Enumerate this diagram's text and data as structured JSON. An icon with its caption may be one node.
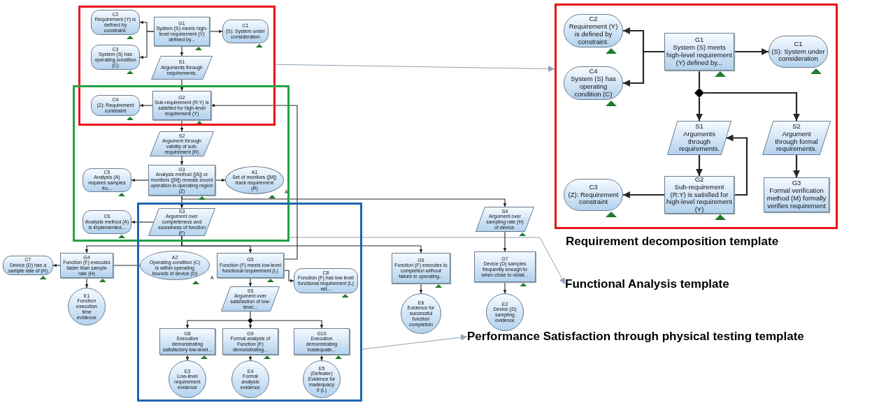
{
  "diagram": {
    "nodes": [
      {
        "text": [],
        "shape": "box"
      },
      {
        "text": [],
        "shape": "box"
      },
      {
        "text": [],
        "shape": "box"
      },
      {
        "text": [
          "C2",
          "Requirement (Y) is defined by constraint."
        ],
        "in": 0
      },
      {
        "text": [
          "C3",
          "System (S) has operating condition (C)"
        ],
        "in": 0
      },
      {
        "text": [
          "G1",
          "System (S) meets high-level requirement (Y) defined by..."
        ],
        "in": 0
      },
      {
        "text": [
          "C1",
          "(S): System under consideration"
        ],
        "in": 0
      },
      {
        "text": [
          "S1",
          "Arguments through requirements."
        ],
        "in": 0
      },
      {
        "text": [
          "C4",
          "(Z): Requirement constraint"
        ]
      },
      {
        "text": [
          "G2",
          "Sub-requirement (R:Y) is satisfied for high-level requirement (Y)"
        ]
      },
      {
        "text": [
          "S2",
          "Argument through validity of sub-requirement (R)"
        ],
        "in": 1
      },
      {
        "text": [
          "C5",
          "Analysis (A) requires samples fro..."
        ],
        "in": 1
      },
      {
        "text": [
          "G3",
          "Analysis method ([A]) or monitors ([M]) reveals sound operation in operating region (Z)"
        ],
        "in": 1
      },
      {
        "text": [
          "A1",
          "Set of monitors ([M]) track requirement (R)"
        ],
        "in": 1,
        "beside": [
          "A"
        ]
      },
      {
        "text": [
          "C6",
          "Analysis method (A) is implemented..."
        ],
        "in": 1
      },
      {
        "text": [
          "S3",
          "Argument over completeness and soundness of function (F)"
        ]
      },
      {
        "text": [
          "C7",
          "Device (D) has a sample rate of (H)"
        ]
      },
      {
        "text": [
          "G4",
          "Function (F) executes faster than sample rate (H)"
        ]
      },
      {
        "text": [
          "E1",
          "Function execution time evidence"
        ]
      },
      {
        "text": [
          "A2",
          "Operating condition (C) is within operating bounds of device (D)"
        ],
        "in": 2,
        "beside": [
          "A"
        ]
      },
      {
        "text": [
          "G5",
          "Function (F) meets low-level functional requirement (L)"
        ],
        "in": 2
      },
      {
        "text": [
          "C8",
          "Function (F) has low level functional requirement (L) wit..."
        ],
        "in": 2
      },
      {
        "text": [
          "S5",
          "Argument over satisfaction of low-level..."
        ],
        "in": 2
      },
      {
        "text": [],
        "shape": "diamond",
        "in": 2
      },
      {
        "text": [
          "G8",
          "Execution demonstrating satisfactory low-level..."
        ],
        "in": 2
      },
      {
        "text": [
          "G9",
          "Formal analysis of Function (F) demonstrating..."
        ],
        "in": 2
      },
      {
        "text": [
          "G10",
          "Execution demonstrating inadequate..."
        ],
        "in": 2
      },
      {
        "text": [
          "E3",
          "Low-level requirement evidence"
        ],
        "in": 2
      },
      {
        "text": [
          "E4",
          "Formal analysis evidence"
        ],
        "in": 2
      },
      {
        "text": [
          "E5",
          "(Defeater) Evidence for inadequacy if (L)"
        ],
        "in": 2
      },
      {
        "text": [
          "G6",
          "Function (F) executes to completion without failure in operating..."
        ]
      },
      {
        "text": [
          "E6",
          "Evidence for successful function completion"
        ]
      },
      {
        "text": [
          "S4",
          "Argument over sampling rate (H) of device."
        ]
      },
      {
        "text": [
          "G7",
          "Device (D) samples frequently enough to when close to violat..."
        ]
      },
      {
        "text": [
          "E2",
          "Device (D) sampling evidence"
        ]
      },
      {
        "text": [],
        "shape": "box",
        "beside": [
          "Requirement decomposition template"
        ]
      },
      {
        "text": [
          "C2",
          "Requirement (Y) is defined by constraint."
        ],
        "in": 35
      },
      {
        "text": [
          "C4",
          "System (S) has operating condition (C)"
        ],
        "in": 35
      },
      {
        "text": [
          "G1",
          "System (S) meets high-level requirement (Y) defined by..."
        ],
        "in": 35
      },
      {
        "text": [
          "C1",
          "(S): System under consideration"
        ],
        "in": 35
      },
      {
        "text": [],
        "shape": "diamond",
        "in": 35
      },
      {
        "text": [
          "S1",
          "Arguments through requirements."
        ],
        "in": 35
      },
      {
        "text": [
          "S2",
          "Argument through formal requirements."
        ],
        "in": 35
      },
      {
        "text": [
          "C3",
          "(Z): Requirement constraint"
        ],
        "in": 35
      },
      {
        "text": [
          "G2",
          "Sub-requirement (R:Y) is satisfied for high-level requirement (Y)"
        ],
        "in": 35
      },
      {
        "text": [
          "G3",
          "Formal verification method (M) formally verifies requirement"
        ],
        "in": 35
      },
      {
        "text": [
          "Functional Analysis template"
        ]
      },
      {
        "text": [
          "Performance Satisfaction through physical testing template"
        ]
      }
    ],
    "edges": [
      {
        "from": 0,
        "to": 35,
        "arrow": "to",
        "color": "#8ea3b6"
      },
      {
        "from": 1,
        "to": 46,
        "arrow": "to",
        "color": "#8ea3b6"
      },
      {
        "from": 2,
        "to": 47,
        "arrow": "to",
        "color": "#8ea3b6"
      },
      {
        "from": 5,
        "to": 3,
        "arrow": "to"
      },
      {
        "from": 5,
        "to": 4,
        "arrow": "to"
      },
      {
        "from": 5,
        "to": 6,
        "arrow": "to"
      },
      {
        "from": 5,
        "to": 7,
        "arrow": "to"
      },
      {
        "from": 7,
        "to": 9,
        "arrow": "to"
      },
      {
        "from": 9,
        "to": 8,
        "arrow": "to"
      },
      {
        "from": 9,
        "to": 10,
        "arrow": "to"
      },
      {
        "from": 10,
        "to": 12,
        "arrow": "to"
      },
      {
        "from": 12,
        "to": 11,
        "arrow": "to"
      },
      {
        "from": 12,
        "to": 13,
        "arrow": "to"
      },
      {
        "from": 12,
        "to": 15,
        "arrow": "to"
      },
      {
        "from": 12,
        "to": 32,
        "arrow": "to"
      },
      {
        "from": 15,
        "to": 14,
        "arrow": "to"
      },
      {
        "from": 15,
        "to": 17,
        "arrow": "to"
      },
      {
        "from": 15,
        "to": 20,
        "arrow": "to"
      },
      {
        "from": 15,
        "to": 30,
        "arrow": "to"
      },
      {
        "from": 17,
        "to": 16,
        "arrow": "to"
      },
      {
        "from": 17,
        "to": 18,
        "arrow": "to"
      },
      {
        "from": 17,
        "to": 19,
        "arrow": "none"
      },
      {
        "from": 20,
        "to": 21,
        "arrow": "to"
      },
      {
        "from": 20,
        "to": 9,
        "arrow": "to"
      },
      {
        "from": 20,
        "to": 22,
        "arrow": "to"
      },
      {
        "from": 22,
        "to": 23,
        "arrow": "none"
      },
      {
        "from": 23,
        "to": 24,
        "arrow": "to"
      },
      {
        "from": 23,
        "to": 25,
        "arrow": "to"
      },
      {
        "from": 23,
        "to": 26,
        "arrow": "to"
      },
      {
        "from": 24,
        "to": 27,
        "arrow": "to"
      },
      {
        "from": 25,
        "to": 28,
        "arrow": "to"
      },
      {
        "from": 26,
        "to": 29,
        "arrow": "to"
      },
      {
        "from": 30,
        "to": 31,
        "arrow": "to"
      },
      {
        "from": 32,
        "to": 33,
        "arrow": "to"
      },
      {
        "from": 33,
        "to": 34,
        "arrow": "to"
      },
      {
        "from": 38,
        "to": 36,
        "arrow": "to"
      },
      {
        "from": 38,
        "to": 37,
        "arrow": "to"
      },
      {
        "from": 38,
        "to": 39,
        "arrow": "to"
      },
      {
        "from": 38,
        "to": 40,
        "arrow": "none"
      },
      {
        "from": 40,
        "to": 41,
        "arrow": "to"
      },
      {
        "from": 40,
        "to": 42,
        "arrow": "to"
      },
      {
        "from": 41,
        "to": 44,
        "arrow": "to"
      },
      {
        "from": 44,
        "to": 41,
        "arrow": "to"
      },
      {
        "from": 44,
        "to": 43,
        "arrow": "to"
      },
      {
        "from": 42,
        "to": 45,
        "arrow": "to"
      }
    ]
  }
}
